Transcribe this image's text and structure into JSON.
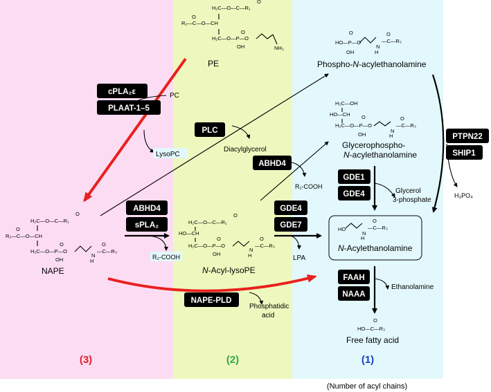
{
  "colors": {
    "zone3_bg": "#fcdcf3",
    "zone2_bg": "#eef8be",
    "zone1_bg": "#e3f8fc",
    "zone3_label": "#e31e24",
    "zone2_label": "#2fa84f",
    "zone1_label": "#1a3fbf",
    "red_arrow": "#e8201e",
    "enzyme_box": "#000000"
  },
  "compounds": {
    "pe": "PE",
    "phospho_nae": "Phospho-",
    "phospho_nae_rest": "acylethanolamine",
    "gp_nae_line1": "Glycerophospho-",
    "gp_nae_line2": "acylethanolamine",
    "nape": "NAPE",
    "n_acyl_lysope": "-Acyl-lysoPE",
    "nae": "-Acylethanolamine",
    "n_prefix": "N",
    "free_fatty_acid": "Free fatty acid"
  },
  "byproducts": {
    "pc": "PC",
    "lysopc": "LysoPC",
    "diacylglycerol": "Diacylglycerol",
    "r1_cooh": "R₁-COOH",
    "r2_cooh": "R₂-COOH",
    "glycerol_line1": "Glycerol",
    "glycerol_line2": "3-phosphate",
    "h3po4": "H₃PO₄",
    "lpa": "LPA",
    "ethanolamine": "Ethanolamine",
    "phosphatidic_line1": "Phosphatidic",
    "phosphatidic_line2": "acid"
  },
  "enzymes": {
    "cpla2e": "cPLA₂ε",
    "plaat": "PLAAT-1–5",
    "plc": "PLC",
    "abhd4_top": "ABHD4",
    "abhd4_mid": "ABHD4",
    "spla2": "sPLA₂",
    "gde1": "GDE1",
    "gde4_top": "GDE4",
    "gde4_mid": "GDE4",
    "gde7": "GDE7",
    "ptpn22": "PTPN22",
    "ship1": "SHIP1",
    "faah": "FAAH",
    "naaa": "NAAA",
    "nape_pld": "NAPE-PLD"
  },
  "zones": {
    "zone3": "(3)",
    "zone2": "(2)",
    "zone1": "(1)",
    "caption": "(Number of acyl chains)"
  }
}
